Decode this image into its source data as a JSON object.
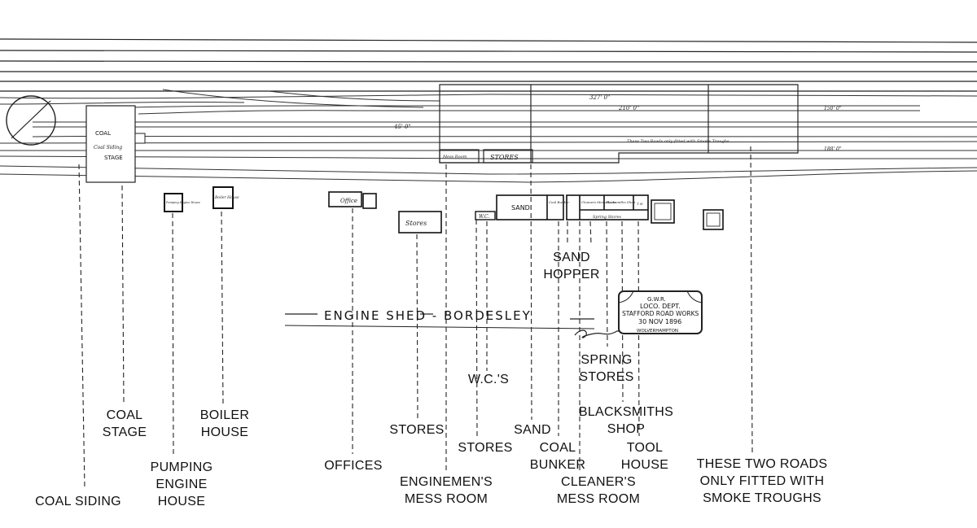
{
  "title": "ENGINE SHED - BORDESLEY",
  "stamp": {
    "line1": "G.W.R.",
    "line2": "LOCO. DEPT.",
    "line3": "STAFFORD ROAD WORKS",
    "line4": "30 NOV 1896",
    "line5": "WOLVERHAMPTON"
  },
  "buildings": {
    "coal": "COAL",
    "stage": "STAGE",
    "coal_siding_small": "Coal Siding",
    "pump_small": "Pumping Engine House",
    "boiler_small": "Boiler House",
    "offices_small": "Office",
    "stores_small": "Stores",
    "stores_shed_small": "STORES",
    "wc_small": "W.C.",
    "sand_small": "SAND",
    "coal_bunker_small": "Coal Bunker",
    "cleaners_small": "Cleaners Mess Room",
    "blacksmith_small": "Blacksmiths Shop",
    "spring_small": "Spring Stores",
    "tool_small": "T H",
    "enginemen_small": "Mess Room",
    "smoke_note": "These Two Roads only fitted with Smoke Troughs",
    "dim_327": "327' 0\"",
    "dim_210": "210' 0\"",
    "dim_45": "45' 0\"",
    "dim_150": "150' 0\"",
    "dim_188": "188' 0\""
  },
  "labels": {
    "coal_siding": "COAL SIDING",
    "coal_stage": "COAL\nSTAGE",
    "pumping_engine_house": "PUMPING\nENGINE\nHOUSE",
    "boiler_house": "BOILER\nHOUSE",
    "offices": "OFFICES",
    "stores": "STORES",
    "enginemens_mess_room": "ENGINEMEN'S\nMESS ROOM",
    "stores_2": "STORES",
    "wcs": "W.C.'S",
    "sand": "SAND",
    "coal_bunker": "COAL\nBUNKER",
    "sand_hopper": "SAND\nHOPPER",
    "cleaners_mess_room": "CLEANER'S\nMESS ROOM",
    "spring_stores": "SPRING\nSTORES",
    "blacksmiths_shop": "BLACKSMITHS\nSHOP",
    "tool_house": "TOOL\nHOUSE",
    "smoke_troughs": "THESE TWO ROADS\nONLY FITTED WITH\nSMOKE TROUGHS"
  }
}
